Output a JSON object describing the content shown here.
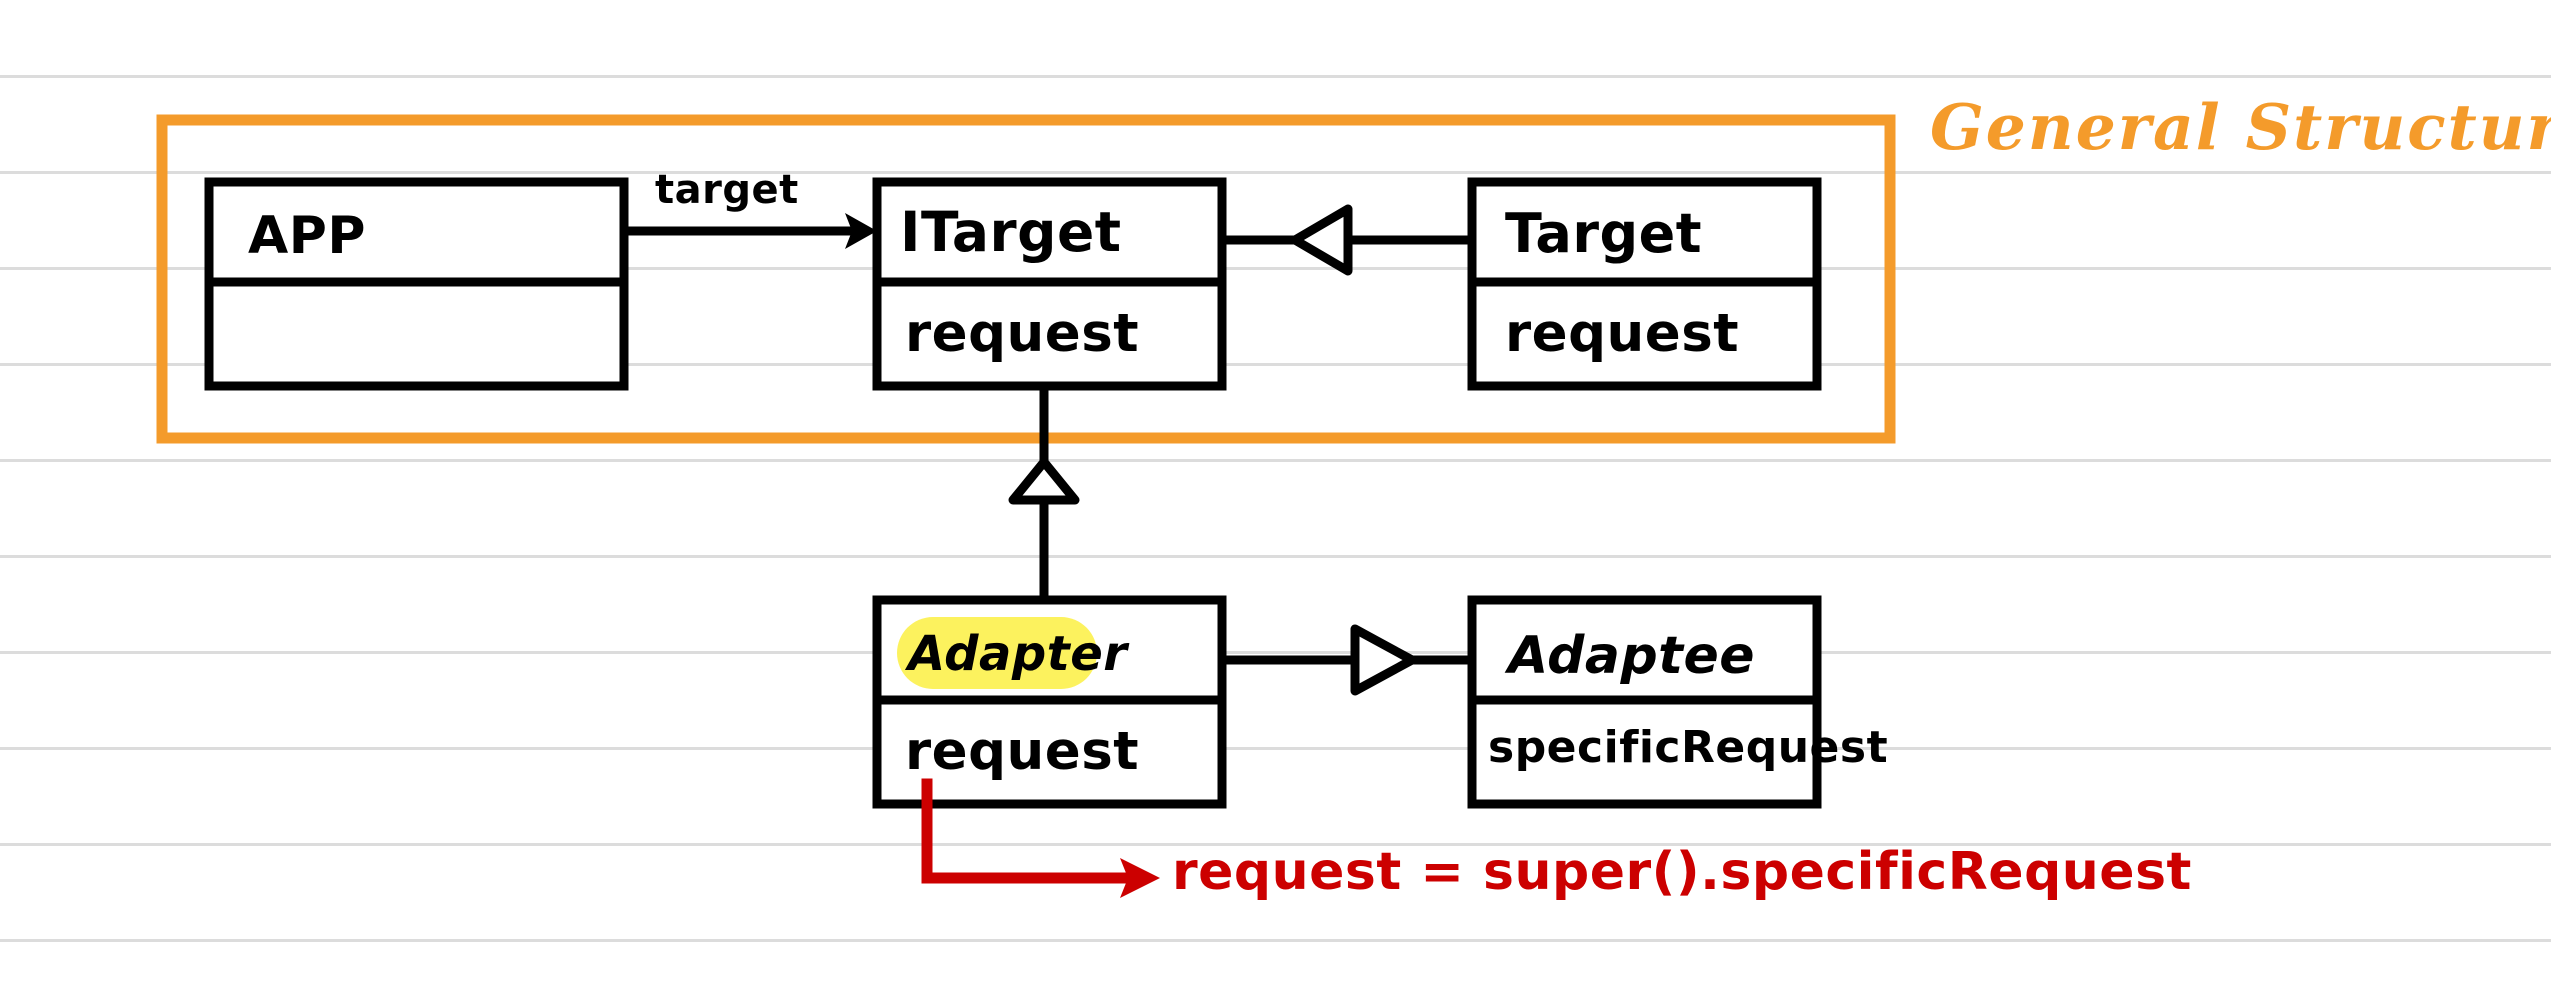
{
  "page": {
    "title": "General Structure",
    "title_color": "#f49b2b",
    "background": "#ffffff",
    "rule_color": "#dcdcdc",
    "ink_color": "#000000",
    "annotation_color": "#cc0000",
    "highlight_color": "#fcf25e"
  },
  "diagram": {
    "kind": "uml-class-diagram",
    "pattern": "Adapter",
    "group_label": "General Structure",
    "classes": [
      {
        "id": "app",
        "name": "APP",
        "members": [
          ""
        ]
      },
      {
        "id": "itarget",
        "name": "ITarget",
        "members": [
          "request"
        ]
      },
      {
        "id": "target",
        "name": "Target",
        "members": [
          "request"
        ]
      },
      {
        "id": "adapter",
        "name": "Adapter",
        "members": [
          "request"
        ],
        "highlighted": true
      },
      {
        "id": "adaptee",
        "name": "Adaptee",
        "members": [
          "specificRequest"
        ]
      }
    ],
    "edges": [
      {
        "from": "app",
        "to": "itarget",
        "label": "target",
        "arrow": "solid-arrow"
      },
      {
        "from": "target",
        "to": "itarget",
        "label": "",
        "arrow": "hollow-triangle-left"
      },
      {
        "from": "adapter",
        "to": "itarget",
        "label": "",
        "arrow": "hollow-triangle-up"
      },
      {
        "from": "adapter",
        "to": "adaptee",
        "label": "",
        "arrow": "hollow-triangle-right"
      }
    ],
    "annotation": {
      "text": "request = super().specificRequest",
      "color": "#cc0000",
      "from": "adapter.request"
    }
  },
  "labels": {
    "app": "APP",
    "app_member": "",
    "itarget": "ITarget",
    "itarget_member": "request",
    "target": "Target",
    "target_member": "request",
    "adapter": "Adapter",
    "adapter_member": "request",
    "adaptee": "Adaptee",
    "adaptee_member": "specificRequest",
    "edge_target": "target",
    "annotation": "request = super().specificRequest"
  }
}
